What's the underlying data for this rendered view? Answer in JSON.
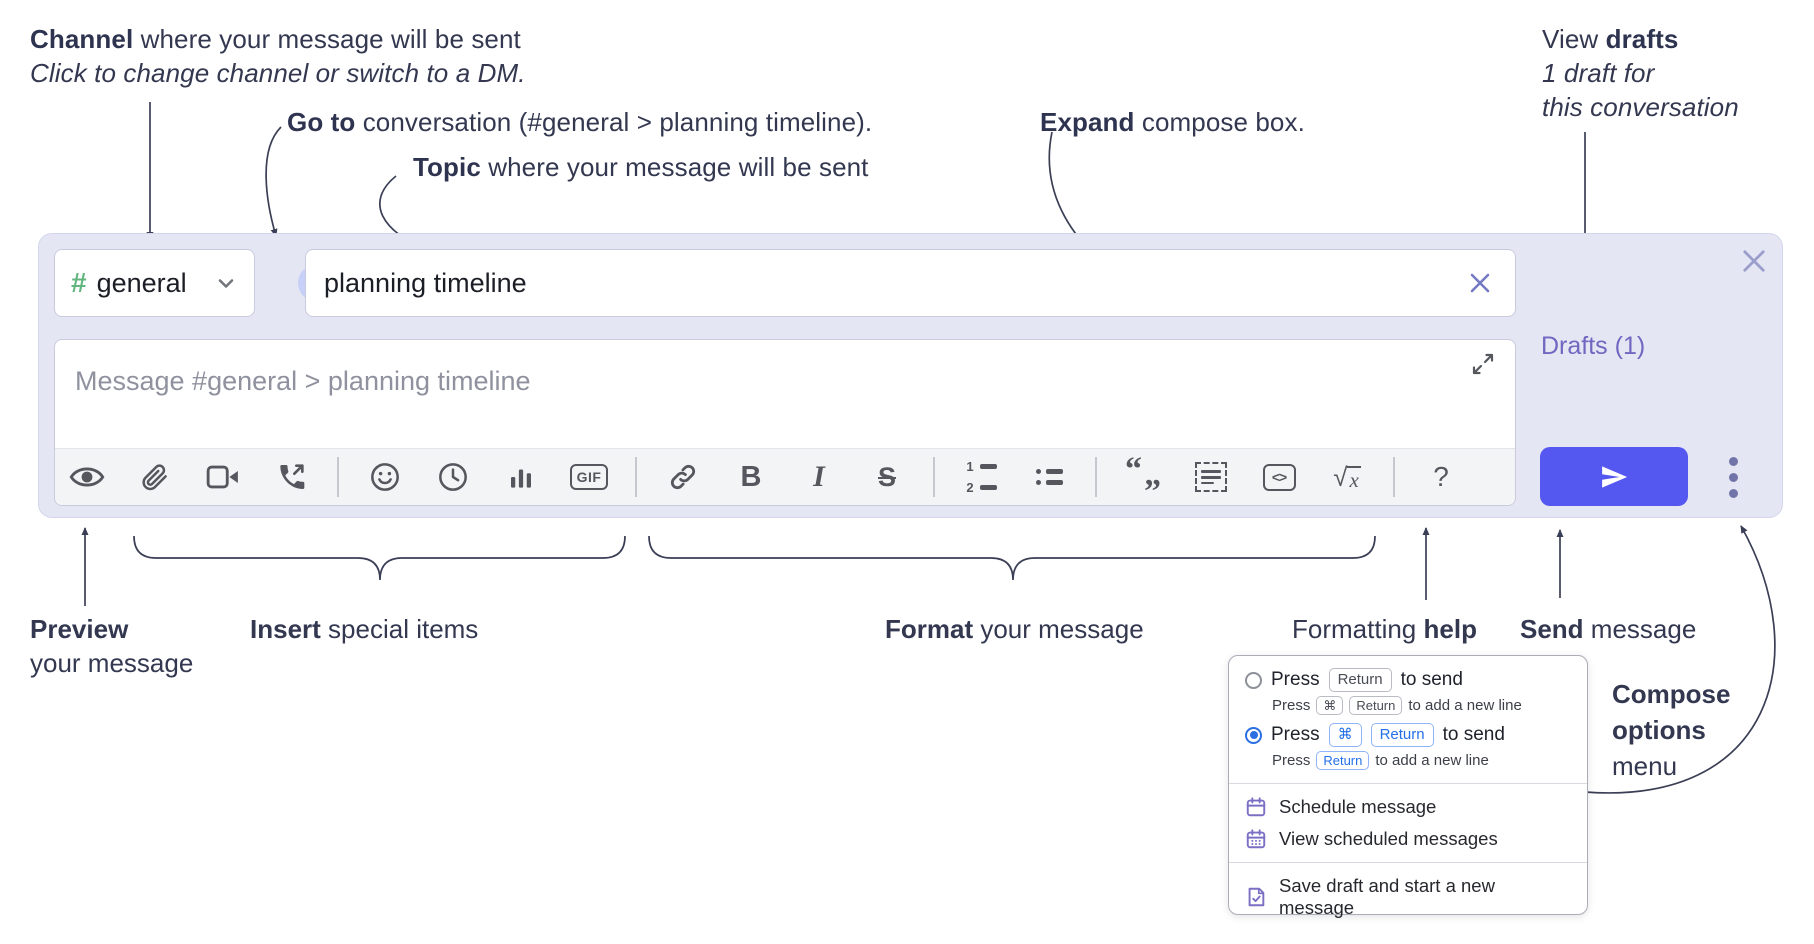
{
  "colors": {
    "send_button": "#5558f0",
    "drafts_link": "#6f67c0",
    "channel_hash_green": "#63b57f",
    "goto_chevron_blue": "#3b6cf0",
    "key_blue": "#2470e8",
    "menu_icon_purple": "#7b6fc4",
    "compose_background": "#e4e6f4",
    "annotation_text": "#333850"
  },
  "annotations": {
    "channel": {
      "bold": "Channel",
      "rest": " where your message will be sent",
      "line2": "Click to change channel or switch to a DM."
    },
    "goto": {
      "bold": "Go to",
      "rest": " conversation (#general > planning timeline)."
    },
    "topic": {
      "bold": "Topic",
      "rest": " where your message will be sent"
    },
    "expand": {
      "bold": "Expand",
      "rest": " compose box."
    },
    "view_drafts": {
      "pre": "View ",
      "bold": "drafts",
      "line2": "1 draft for",
      "line3": "this conversation"
    },
    "preview": {
      "bold": "Preview",
      "line2": "your message"
    },
    "insert": {
      "bold": "Insert",
      "rest": " special items"
    },
    "format": {
      "bold": "Format",
      "rest": " your message"
    },
    "formatting_help": {
      "pre": "Formatting ",
      "bold": "help"
    },
    "send": {
      "bold": "Send",
      "rest": " message"
    },
    "compose_options": {
      "line1": "Compose",
      "line2": "options",
      "line3": "menu"
    }
  },
  "compose": {
    "channel_selector": {
      "hash": "#",
      "name": "general"
    },
    "topic_input": {
      "value": "planning timeline"
    },
    "message_placeholder": "Message #general > planning timeline",
    "drafts_link": "Drafts (1)"
  },
  "toolbar": {
    "icons": [
      "preview-eye",
      "attach-paperclip",
      "video-call",
      "audio-call",
      "emoji-smiley",
      "time-clock",
      "poll-chart",
      "gif",
      "link",
      "bold",
      "italic",
      "strikethrough",
      "numbered-list",
      "bulleted-list",
      "quote",
      "spoiler",
      "code",
      "math",
      "help"
    ],
    "gif_label": "GIF",
    "bold_glyph": "B",
    "italic_glyph": "I",
    "strike_glyph": "S",
    "quote_open": "“",
    "quote_close": "”",
    "code_glyph": "<>",
    "math_root": "√",
    "math_x": "x",
    "help_glyph": "?"
  },
  "popup_menu": {
    "option_return": {
      "selected": false,
      "main_pre": "Press",
      "main_key": "Return",
      "main_post": "to send",
      "sub_pre": "Press",
      "sub_key1": "⌘",
      "sub_key2": "Return",
      "sub_post": "to add a new line"
    },
    "option_cmd_return": {
      "selected": true,
      "main_pre": "Press",
      "main_key1": "⌘",
      "main_key2": "Return",
      "main_post": "to send",
      "sub_pre": "Press",
      "sub_key": "Return",
      "sub_post": "to add a new line"
    },
    "items": {
      "schedule": "Schedule message",
      "view_scheduled": "View scheduled messages",
      "save_draft": "Save draft and start a new message"
    }
  }
}
